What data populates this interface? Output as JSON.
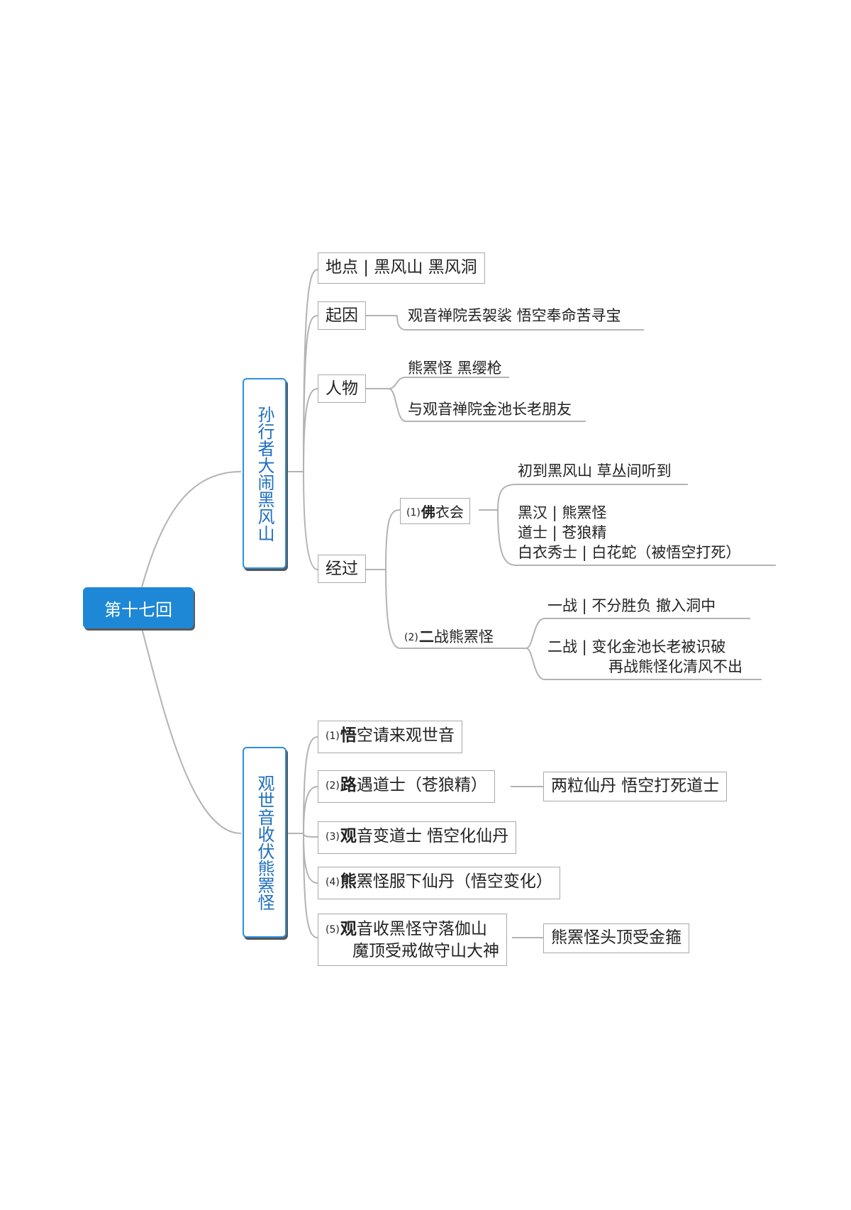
{
  "root": {
    "label": "第十七回"
  },
  "branch1": {
    "label": "孙行者大闹黑风山",
    "place": "地点 | 黑风山 黑风洞",
    "cause": {
      "label": "起因",
      "text": "观音禅院丢袈裟 悟空奉命苦寻宝"
    },
    "people": {
      "label": "人物",
      "items": [
        "熊罴怪 黑缨枪",
        "与观音禅院金池长老朋友"
      ]
    },
    "process": {
      "label": "经过",
      "sub1": {
        "num": "(1)",
        "bold": "佛",
        "rest": "衣会",
        "items": [
          "初到黑风山 草丛间听到",
          "黑汉 | 熊罴怪",
          "道士 | 苍狼精",
          "白衣秀士 | 白花蛇（被悟空打死）"
        ]
      },
      "sub2": {
        "num": "(2)",
        "bold": "二",
        "rest": "战熊罴怪",
        "items": [
          "一战 | 不分胜负 撤入洞中",
          "二战 | 变化金池长老被识破",
          "再战熊怪化清风不出"
        ]
      }
    }
  },
  "branch2": {
    "label": "观世音收伏熊罴怪",
    "steps": [
      {
        "num": "(1)",
        "bold": "悟",
        "rest": "空请来观世音"
      },
      {
        "num": "(2)",
        "bold": "路",
        "rest": "遇道士（苍狼精）",
        "note": "两粒仙丹 悟空打死道士"
      },
      {
        "num": "(3)",
        "bold": "观",
        "rest": "音变道士 悟空化仙丹"
      },
      {
        "num": "(4)",
        "bold": "熊",
        "rest": "罴怪服下仙丹（悟空变化）"
      },
      {
        "num": "(5)",
        "bold": "观",
        "rest": "音收黑怪守落伽山",
        "line2": "魔顶受戒做守山大神",
        "note": "熊罴怪头顶受金箍"
      }
    ]
  },
  "colors": {
    "root_fill": "#1e88d6",
    "branch_border": "#2b8fe0",
    "branch_text": "#1f6fbf",
    "line": "#b5b5b5"
  }
}
